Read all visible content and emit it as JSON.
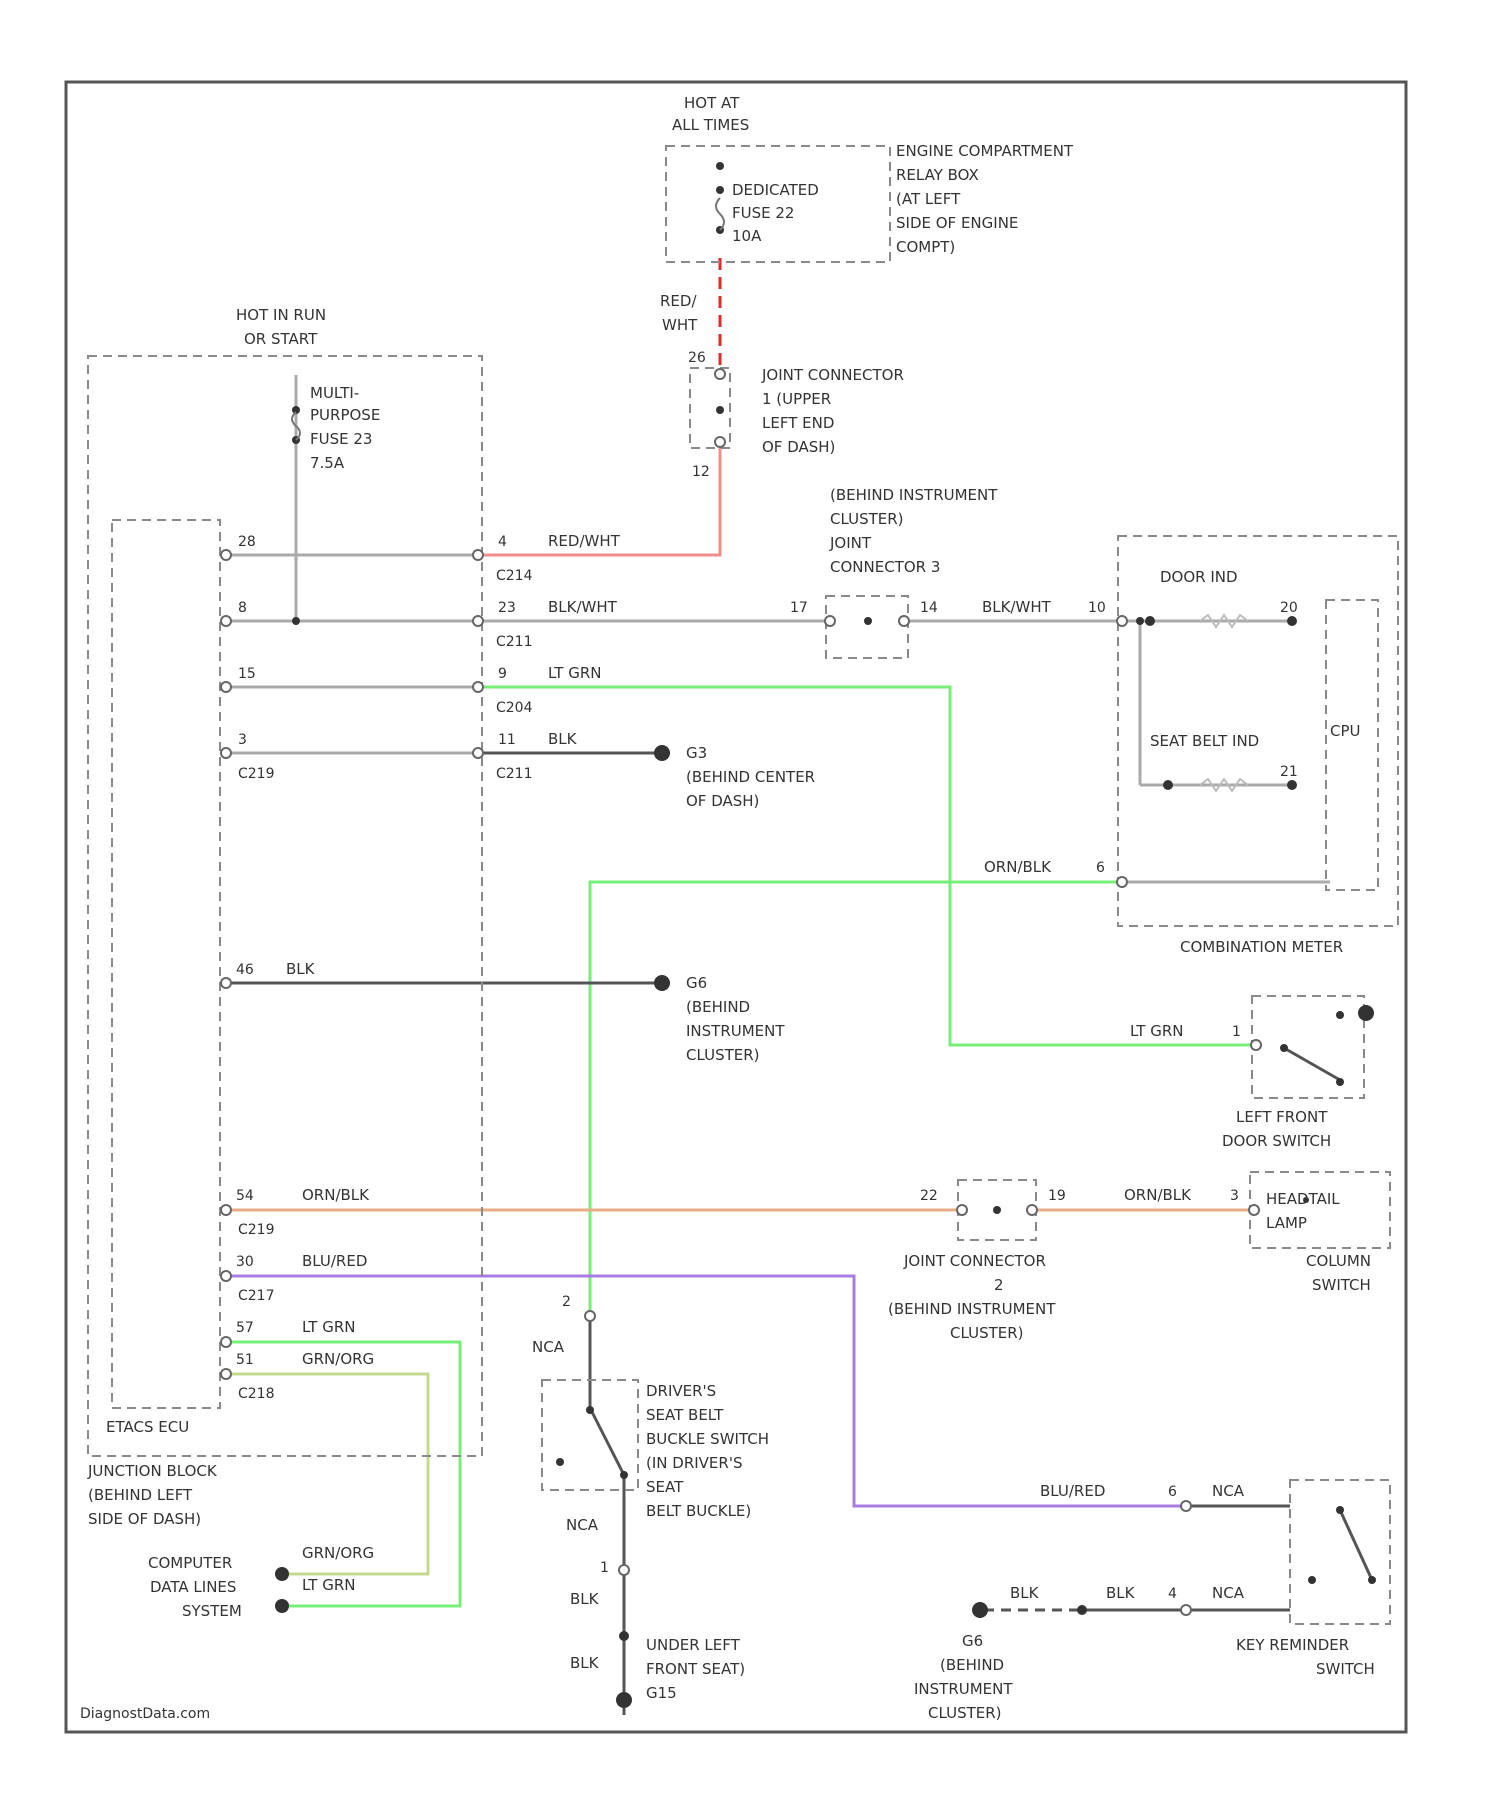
{
  "labels": {
    "hot_at_all_times_1": "HOT AT",
    "hot_at_all_times_2": "ALL TIMES",
    "fuse22_1": "DEDICATED",
    "fuse22_2": "FUSE 22",
    "fuse22_3": "10A",
    "engine_box_1": "ENGINE COMPARTMENT",
    "engine_box_2": "RELAY BOX",
    "engine_box_3": "(AT LEFT",
    "engine_box_4": "SIDE OF ENGINE",
    "engine_box_5": "COMPT)",
    "red_wht_1": "RED/",
    "red_wht_2": "WHT",
    "hot_run_1": "HOT IN RUN",
    "hot_run_2": "OR START",
    "mp_fuse_1": "MULTI-",
    "mp_fuse_2": "PURPOSE",
    "mp_fuse_3": "FUSE 23",
    "mp_fuse_4": "7.5A",
    "joint1_1": "JOINT CONNECTOR",
    "joint1_2": "1 (UPPER",
    "joint1_3": "LEFT END",
    "joint1_4": "OF DASH)",
    "joint1_pin_top": "26",
    "joint1_pin_bot": "12",
    "jc3_1": "(BEHIND INSTRUMENT",
    "jc3_2": "CLUSTER)",
    "jc3_3": "JOINT",
    "jc3_4": "CONNECTOR 3",
    "door_ind": "DOOR IND",
    "seat_belt_ind": "SEAT BELT IND",
    "cpu": "CPU",
    "combination_meter": "COMBINATION METER",
    "etacs_pin_28": "28",
    "etacs_pin_8": "8",
    "etacs_pin_15": "15",
    "etacs_pin_3": "3",
    "etacs_c219_a": "C219",
    "jb_pin_4": "4",
    "jb_c214_a": "C214",
    "jb_pin_23": "23",
    "jb_c211_a": "C211",
    "jb_pin_9": "9",
    "jb_c204": "C204",
    "jb_pin_11": "11",
    "jb_c211_b": "C211",
    "w_red_wht": "RED/WHT",
    "w_blk_wht_1": "BLK/WHT",
    "w_blk_wht_2": "BLK/WHT",
    "w_lt_grn_1": "LT GRN",
    "w_blk_1": "BLK",
    "jc3_pin_17": "17",
    "jc3_pin_14": "14",
    "cm_pin_10": "10",
    "cpu_pin_a": "20",
    "cpu_pin_b": "21",
    "g3_1": "G3",
    "g3_2": "(BEHIND CENTER",
    "g3_3": "OF DASH)",
    "w_orn_blk_1": "ORN/BLK",
    "cm_pin_6": "6",
    "etacs_pin_46": "46",
    "w_blk_2": "BLK",
    "g6a_1": "G6",
    "g6a_2": "(BEHIND",
    "g6a_3": "INSTRUMENT",
    "g6a_4": "CLUSTER)",
    "w_lt_grn_2": "LT GRN",
    "door_sw_pin_1": "1",
    "door_sw_1": "LEFT FRONT",
    "door_sw_2": "DOOR SWITCH",
    "etacs_pin_54": "54",
    "w_orn_blk_2": "ORN/BLK",
    "etacs_c219_b": "C219",
    "jc2_pin_22": "22",
    "jc2_pin_19": "19",
    "w_orn_blk_3": "ORN/BLK",
    "col_pin_3": "3",
    "head_lamp_1": "HEADTAIL",
    "head_lamp_2": "LAMP",
    "column_switch_1": "COLUMN",
    "column_switch_2": "SWITCH",
    "jc2_1": "JOINT CONNECTOR",
    "jc2_2": "2",
    "jc2_3": "(BEHIND INSTRUMENT",
    "jc2_4": "CLUSTER)",
    "etacs_pin_30": "30",
    "w_blu_red_1": "BLU/RED",
    "etacs_c217": "C217",
    "etacs_pin_57": "57",
    "w_lt_grn_3": "LT GRN",
    "etacs_pin_51": "51",
    "w_grn_org_1": "GRN/ORG",
    "etacs_c218": "C218",
    "etacs_ecu": "ETACS ECU",
    "jb_1": "JUNCTION BLOCK",
    "jb_2": "(BEHIND LEFT",
    "jb_3": "SIDE OF DASH)",
    "cdl_1": "COMPUTER",
    "cdl_2": "DATA LINES",
    "cdl_3": "SYSTEM",
    "w_grn_org_2": "GRN/ORG",
    "w_lt_grn_4": "LT GRN",
    "bk_pin_2": "2",
    "nca_1": "NCA",
    "buckle_1": "DRIVER'S",
    "buckle_2": "SEAT BELT",
    "buckle_3": "BUCKLE SWITCH",
    "buckle_4": "(IN DRIVER'S",
    "buckle_5": "SEAT",
    "buckle_6": "BELT BUCKLE)",
    "nca_2": "NCA",
    "bk_pin_1": "1",
    "w_blk_3": "BLK",
    "w_blk_4": "BLK",
    "g15_1": "UNDER LEFT",
    "g15_2": "FRONT SEAT)",
    "g15_3": "G15",
    "w_blu_red_2": "BLU/RED",
    "kr_pin_6": "6",
    "nca_3": "NCA",
    "w_blk_5": "BLK",
    "w_blk_6": "BLK",
    "kr_pin_4": "4",
    "nca_4": "NCA",
    "key_rem_1": "KEY REMINDER",
    "key_rem_2": "SWITCH",
    "g6b_1": "G6",
    "g6b_2": "(BEHIND",
    "g6b_3": "INSTRUMENT",
    "g6b_4": "CLUSTER)",
    "watermark": "DiagnostData.com"
  },
  "colors": {
    "red_wht": "#ef8d8d",
    "red_wht_dash": "#e02b2b",
    "blk_wht": "#aaaaaa",
    "lt_grn": "#77ee77",
    "blk": "#555555",
    "orn_blk": "#e7ad86",
    "blu_red": "#a87be0",
    "grn_org": "#c6d890",
    "frame": "#555555"
  }
}
